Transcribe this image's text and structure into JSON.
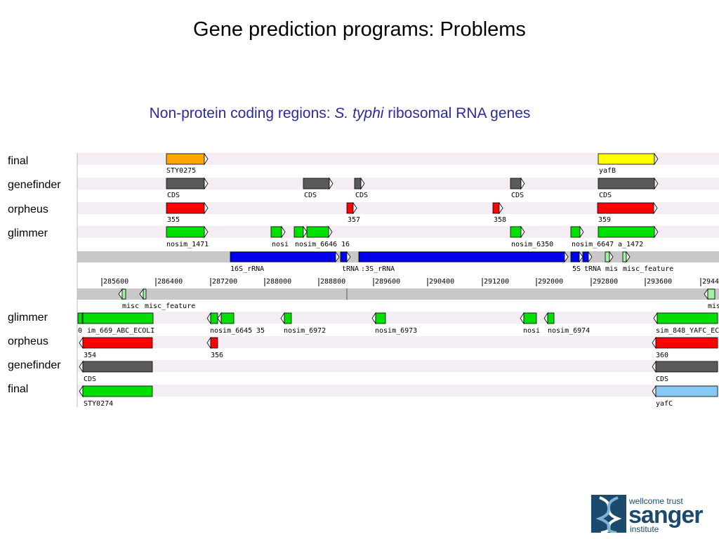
{
  "title": "Gene prediction programs: Problems",
  "subtitle": {
    "prefix": "Non-protein coding regions: ",
    "species": "S. typhi",
    "suffix": " ribosomal RNA genes"
  },
  "track_labels": {
    "top": [
      "final",
      "genefinder",
      "orpheus",
      "glimmer"
    ],
    "bottom": [
      "glimmer",
      "orpheus",
      "genefinder",
      "final"
    ]
  },
  "colors": {
    "final_orange": "#ffa500",
    "final_yellow": "#ffff00",
    "final_green": "#00e000",
    "final_blue": "#87c8f5",
    "genefinder_grey": "#5a5a5a",
    "orpheus_red": "#ff0000",
    "glimmer_green": "#00e000",
    "rrna_blue": "#0000ee",
    "misc_feature_light": "#a0f0a0",
    "ruler_grey": "#c8c8c8",
    "row_shade": "#f4eef4",
    "title_blue": "#2a2aa8",
    "sanger_blue": "#1b4a6e"
  },
  "ruler_ticks": [
    "285600",
    "286400",
    "287200",
    "288000",
    "288800",
    "289600",
    "290400",
    "291200",
    "292000",
    "292800",
    "293600",
    "2944"
  ],
  "forward_features": {
    "final": [
      {
        "label": "STY0275",
        "color": "final_orange"
      },
      {
        "label": "yafB",
        "color": "final_yellow"
      }
    ],
    "genefinder": [
      {
        "label": "CDS"
      },
      {
        "label": "CDS"
      },
      {
        "label": "CDS"
      },
      {
        "label": "CDS"
      },
      {
        "label": "CDS"
      }
    ],
    "orpheus": [
      {
        "label": "355"
      },
      {
        "label": "357"
      },
      {
        "label": "358"
      },
      {
        "label": "359"
      }
    ],
    "glimmer": [
      {
        "label": "nosim_1471"
      },
      {
        "label": "nosi"
      },
      {
        "label": "nosim_6646"
      },
      {
        "label": "16"
      },
      {
        "label": "nosim_6350"
      },
      {
        "label": "nosim_6647"
      },
      {
        "label": "a_1472"
      }
    ],
    "rna": [
      {
        "label": "16S_rRNA"
      },
      {
        "label": "tRNA"
      },
      {
        "label": ":3S_rRNA"
      },
      {
        "label": "5S"
      },
      {
        "label": "tRNA"
      },
      {
        "label": "mis"
      },
      {
        "label": "misc_feature"
      }
    ]
  },
  "reverse_features": {
    "misc": [
      {
        "label": "misc"
      },
      {
        "label": "misc_feature"
      },
      {
        "label": "mis"
      }
    ],
    "glimmer": [
      {
        "label": "0"
      },
      {
        "label": "im_669_ABC_ECOLI"
      },
      {
        "label": "nosim_6645"
      },
      {
        "label": "35"
      },
      {
        "label": "nosim_6972"
      },
      {
        "label": "nosim_6973"
      },
      {
        "label": "nosi"
      },
      {
        "label": "nosim_6974"
      },
      {
        "label": "sim_848_YAFC_EC"
      }
    ],
    "orpheus": [
      {
        "label": "354"
      },
      {
        "label": "356"
      },
      {
        "label": "360"
      }
    ],
    "genefinder": [
      {
        "label": "CDS"
      },
      {
        "label": "CDS"
      }
    ],
    "final": [
      {
        "label": "STY0274"
      },
      {
        "label": "yafC"
      }
    ]
  },
  "logo": {
    "small": "wellcome trust",
    "big": "sanger",
    "institute": "institute"
  }
}
